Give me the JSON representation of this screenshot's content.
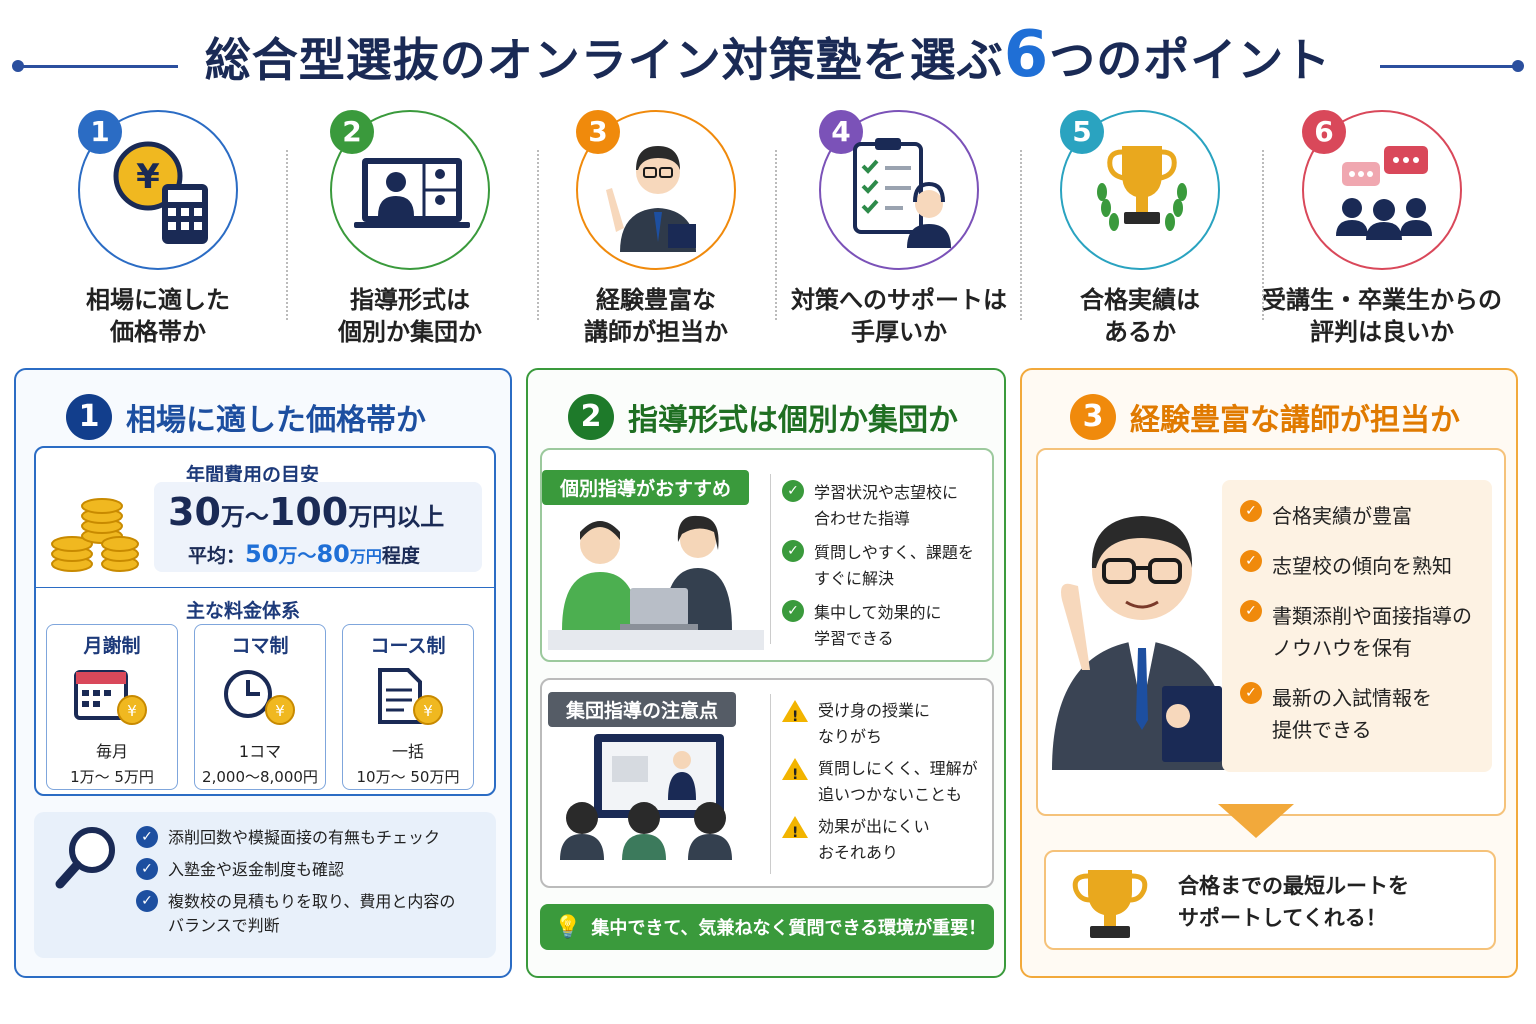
{
  "title": {
    "pre": "総合型選抜のオンライン対策塾を選ぶ",
    "num": "6",
    "post": "つのポイント"
  },
  "points": [
    {
      "num": "1",
      "line1": "相場に適した",
      "line2": "価格帯か",
      "color": "#2b6cc4",
      "icon": "yen-calculator-icon"
    },
    {
      "num": "2",
      "line1": "指導形式は",
      "line2": "個別か集団か",
      "color": "#3a9a3c",
      "icon": "video-call-icon"
    },
    {
      "num": "3",
      "line1": "経験豊富な",
      "line2": "講師が担当か",
      "color": "#f08a0c",
      "icon": "teacher-icon"
    },
    {
      "num": "4",
      "line1": "対策へのサポートは",
      "line2": "手厚いか",
      "color": "#7b52b8",
      "icon": "support-checklist-icon"
    },
    {
      "num": "5",
      "line1": "合格実績は",
      "line2": "あるか",
      "color": "#2aa3c0",
      "icon": "trophy-icon"
    },
    {
      "num": "6",
      "line1": "受講生・卒業生からの",
      "line2": "評判は良いか",
      "color": "#d9485a",
      "icon": "reviews-icon"
    }
  ],
  "panel1": {
    "num": "1",
    "title": "相場に適した価格帯か",
    "annual_label": "年間費用の目安",
    "range_a": "30",
    "range_b": "万～",
    "range_c": "100",
    "range_d": "万円以上",
    "avg_label": "平均：",
    "avg_a": "50",
    "avg_b": "万～",
    "avg_c": "80",
    "avg_d": "万円",
    "avg_e": "程度",
    "fee_label": "主な料金体系",
    "plans": [
      {
        "name": "月謝制",
        "line1": "毎月",
        "line2": "1万～ 5万円",
        "icon": "calendar-yen-icon"
      },
      {
        "name": "コマ制",
        "line1": "1コマ",
        "line2": "2,000～8,000円",
        "icon": "clock-yen-icon"
      },
      {
        "name": "コース制",
        "line1": "一括",
        "line2": "10万～ 50万円",
        "icon": "document-yen-icon"
      }
    ],
    "checks": [
      "添削回数や模擬面接の有無もチェック",
      "入塾金や返金制度も確認",
      "複数校の見積もりを取り、費用と内容の\nバランスで判断"
    ]
  },
  "panel2": {
    "num": "2",
    "title": "指導形式は個別か集団か",
    "individual_tag": "個別指導がおすすめ",
    "individual_points": [
      "学習状況や志望校に\n合わせた指導",
      "質問しやすく、課題を\nすぐに解決",
      "集中して効果的に\n学習できる"
    ],
    "group_tag": "集団指導の注意点",
    "group_points": [
      "受け身の授業に\nなりがち",
      "質問しにくく、理解が\n追いつかないことも",
      "効果が出にくい\nおそれあり"
    ],
    "footer": "集中できて、気兼ねなく質問できる環境が重要！"
  },
  "panel3": {
    "num": "3",
    "title": "経験豊富な講師が担当か",
    "points": [
      "合格実績が豊富",
      "志望校の傾向を熟知",
      "書類添削や面接指導の\nノウハウを保有",
      "最新の入試情報を\n提供できる"
    ],
    "footer": "合格までの最短ルートを\nサポートしてくれる！"
  },
  "colors": {
    "blue": "#2b6cc4",
    "green": "#3a9a3c",
    "orange": "#f08a0c",
    "navy": "#1a2a55"
  }
}
